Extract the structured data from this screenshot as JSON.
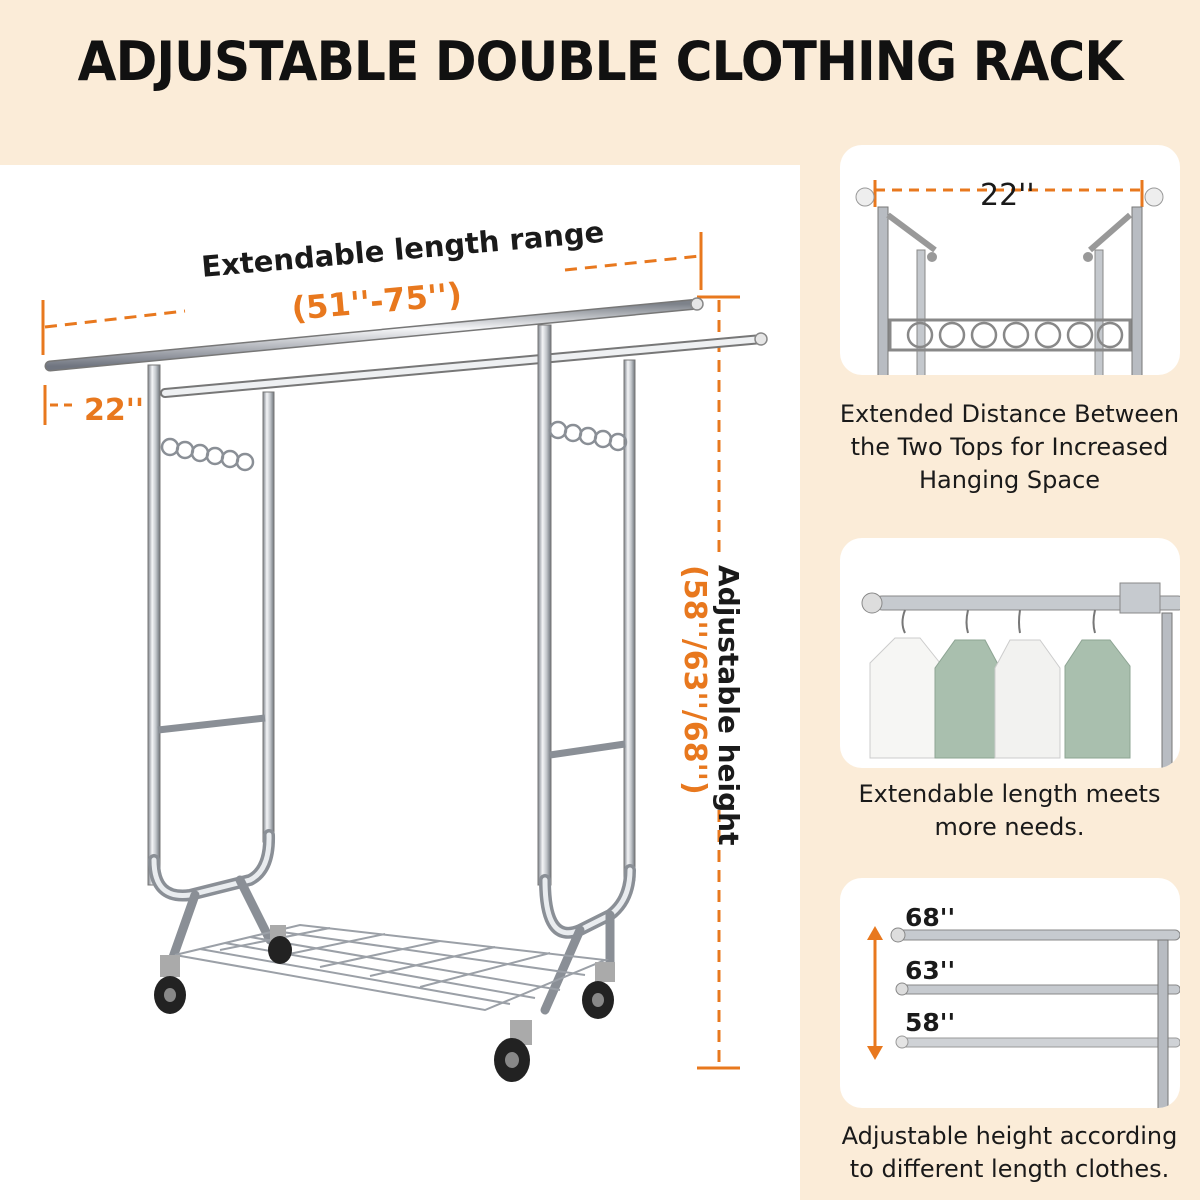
{
  "header": {
    "title": "ADJUSTABLE DOUBLE CLOTHING RACK"
  },
  "main": {
    "length_label": "Extendable length range",
    "length_value": "(51''-75'')",
    "depth_value": "22''",
    "height_label": "Adjustable height",
    "height_value": "(58''/63''/68'')"
  },
  "cards": [
    {
      "dimension": "22''",
      "caption_lines": [
        "Extended Distance Between",
        "the Two Tops for Increased",
        "Hanging Space"
      ]
    },
    {
      "caption_lines": [
        "Extendable length meets",
        "more needs."
      ]
    },
    {
      "heights": [
        "68''",
        "63''",
        "58''"
      ],
      "caption_lines": [
        "Adjustable height according",
        "to different length clothes."
      ]
    }
  ],
  "colors": {
    "accent": "#e8781e",
    "background": "#fbecd8",
    "text": "#1a1a1a",
    "chrome": "#b8bcc2"
  }
}
